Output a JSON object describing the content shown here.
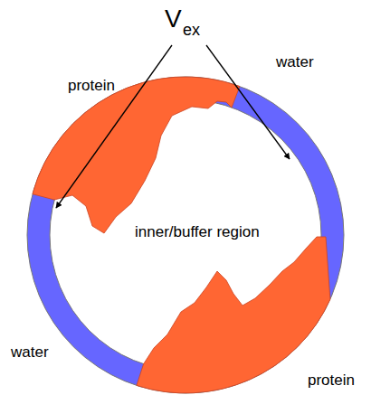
{
  "diagram": {
    "nodes": [
      {
        "text": [
          "inner/buffer region"
        ]
      }
    ],
    "labels": [
      "V",
      "ex",
      "protein",
      "water",
      "water",
      "protein"
    ]
  }
}
